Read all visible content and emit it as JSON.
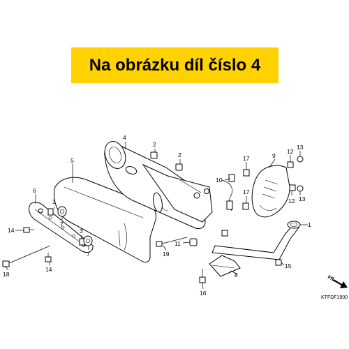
{
  "banner": {
    "text": "Na obrázku díl číslo 4",
    "color": "#ffd200"
  },
  "labels": {
    "l1": "1",
    "l2a": "2",
    "l2b": "2",
    "l3a": "3",
    "l3b": "3",
    "l4": "4",
    "l5": "5",
    "l6": "6",
    "l7a": "7",
    "l7b": "7",
    "l8": "8",
    "l9": "9",
    "l10": "10",
    "l11": "11",
    "l12a": "12",
    "l12b": "12",
    "l13a": "13",
    "l13b": "13",
    "l14a": "14",
    "l14b": "14",
    "l15": "15",
    "l16": "16",
    "l17a": "17",
    "l17b": "17",
    "l18": "18",
    "l19": "19"
  },
  "direction": "FR.",
  "diagram_code": "KTFDF1900"
}
